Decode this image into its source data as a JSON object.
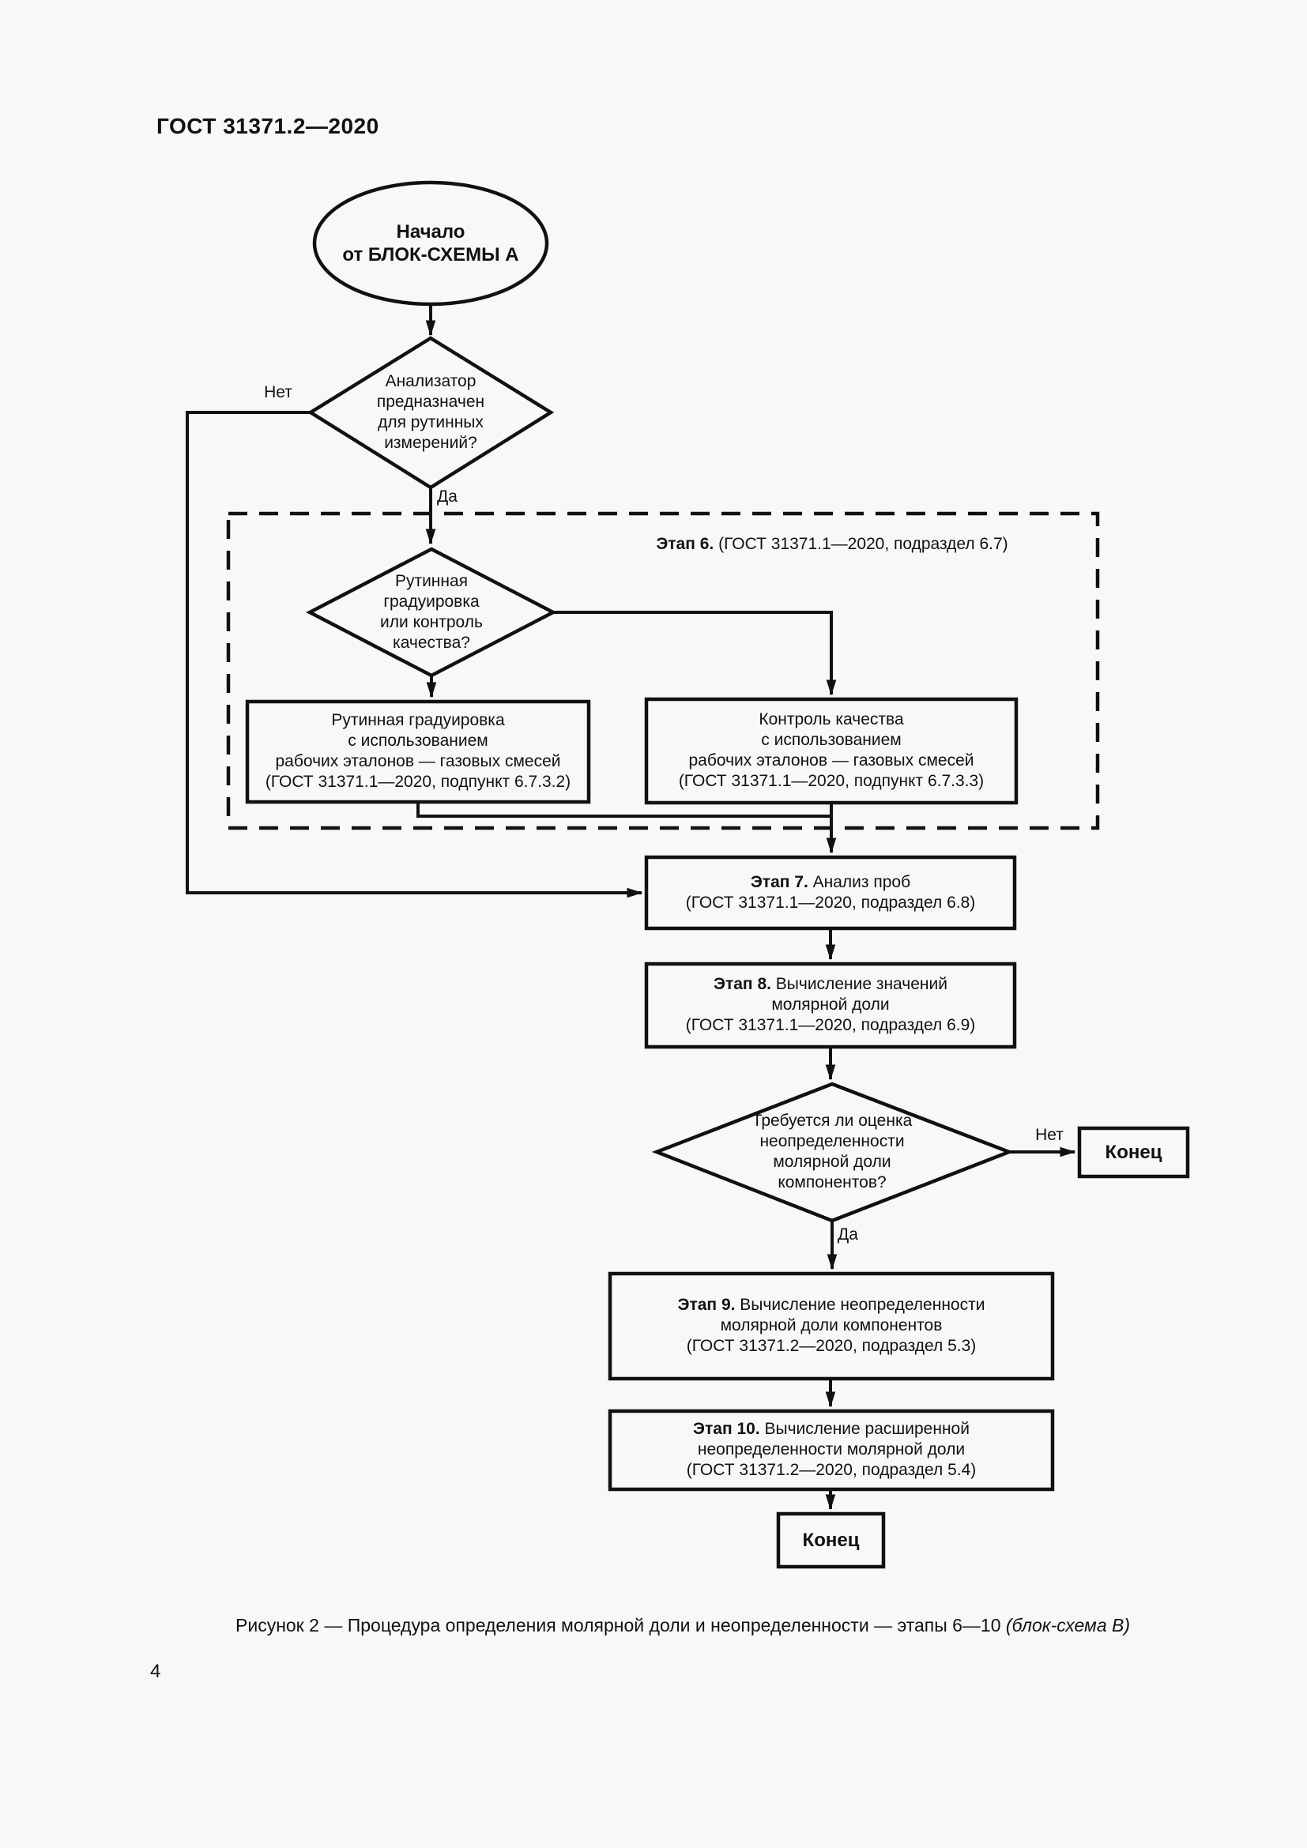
{
  "page": {
    "header": "ГОСТ 31371.2—2020",
    "page_number": "4",
    "caption": {
      "text": "Рисунок 2 — Процедура определения молярной доли и неопределенности — этапы 6—10 ",
      "italic": "(блок-схема В)"
    }
  },
  "flowchart": {
    "start": {
      "text": "Начало\nот БЛОК-СХЕМЫ А"
    },
    "decision_analyzer": {
      "text": "Анализатор\nпредназначен\nдля рутинных\nизмерений?",
      "no_label": "Нет",
      "yes_label": "Да"
    },
    "stage6_group": {
      "label": "Этап 6.",
      "text": " (ГОСТ 31371.1—2020, подраздел 6.7)"
    },
    "decision_calibration": {
      "text": "Рутинная\nградуировка\nили контроль\nкачества?"
    },
    "box_routine_calibration": {
      "text": "Рутинная градуировка\nс использованием\nрабочих эталонов — газовых смесей\n(ГОСТ 31371.1—2020, подпункт 6.7.3.2)"
    },
    "box_quality_control": {
      "text": "Контроль качества\nс использованием\nрабочих эталонов — газовых смесей\n(ГОСТ 31371.1—2020, подпункт 6.7.3.3)"
    },
    "step7": {
      "label": "Этап 7.",
      "text": " Анализ проб\n(ГОСТ 31371.1—2020, подраздел 6.8)"
    },
    "step8": {
      "label": "Этап 8.",
      "text": " Вычисление значений\nмолярной доли\n(ГОСТ 31371.1—2020, подраздел 6.9)"
    },
    "decision_uncertainty": {
      "text": "Требуется ли оценка\nнеопределенности\nмолярной доли\nкомпонентов?",
      "no_label": "Нет",
      "yes_label": "Да"
    },
    "end_no_branch": {
      "text": "Конец"
    },
    "step9": {
      "label": "Этап 9.",
      "text": " Вычисление неопределенности\nмолярной доли компонентов\n(ГОСТ 31371.2—2020, подраздел 5.3)"
    },
    "step10": {
      "label": "Этап 10.",
      "text": " Вычисление расширенной\nнеопределенности молярной доли\n(ГОСТ 31371.2—2020, подраздел 5.4)"
    },
    "end_final": {
      "text": "Конец"
    },
    "line_color": "#111111"
  }
}
